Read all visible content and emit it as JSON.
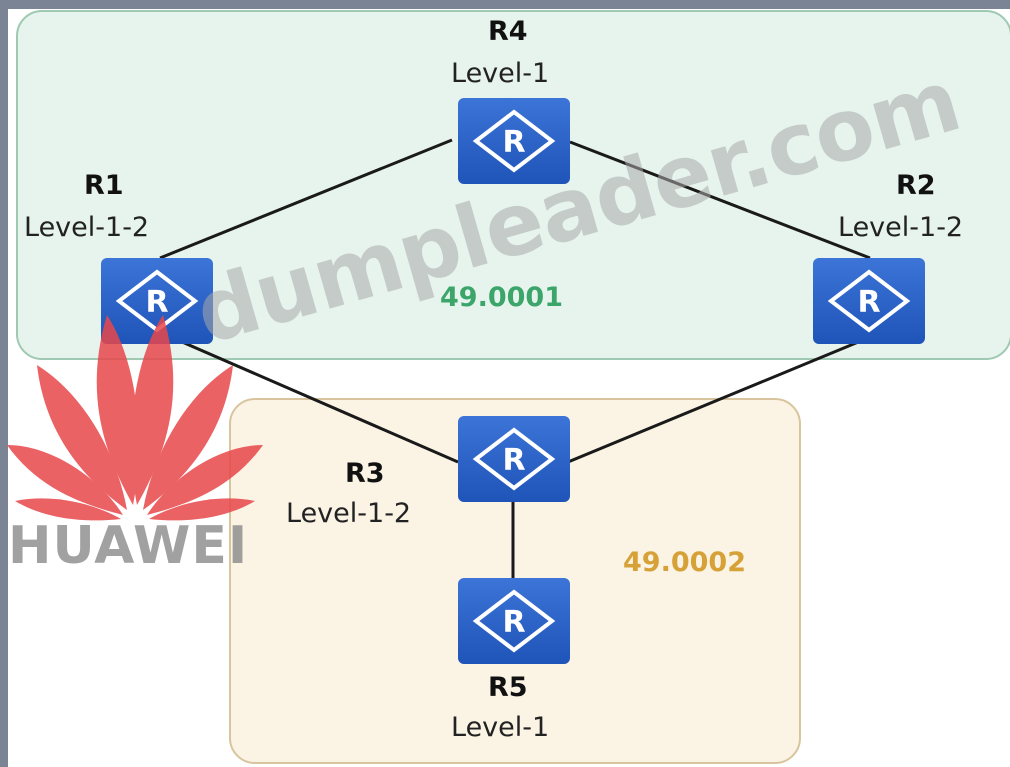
{
  "areas": [
    {
      "id": "49.0001",
      "color": "#3ba56a"
    },
    {
      "id": "49.0002",
      "color": "#d6a238"
    }
  ],
  "routers": [
    {
      "name": "R4",
      "level": "Level-1",
      "icon": "router-icon"
    },
    {
      "name": "R1",
      "level": "Level-1-2",
      "icon": "router-icon"
    },
    {
      "name": "R2",
      "level": "Level-1-2",
      "icon": "router-icon"
    },
    {
      "name": "R3",
      "level": "Level-1-2",
      "icon": "router-icon"
    },
    {
      "name": "R5",
      "level": "Level-1",
      "icon": "router-icon"
    }
  ],
  "links": [
    [
      "R4",
      "R1"
    ],
    [
      "R4",
      "R2"
    ],
    [
      "R1",
      "R3"
    ],
    [
      "R2",
      "R3"
    ],
    [
      "R3",
      "R5"
    ]
  ],
  "watermark": "dumpleader.com",
  "logo": {
    "text": "HUAWEI",
    "petal_color": "#e8474b"
  }
}
